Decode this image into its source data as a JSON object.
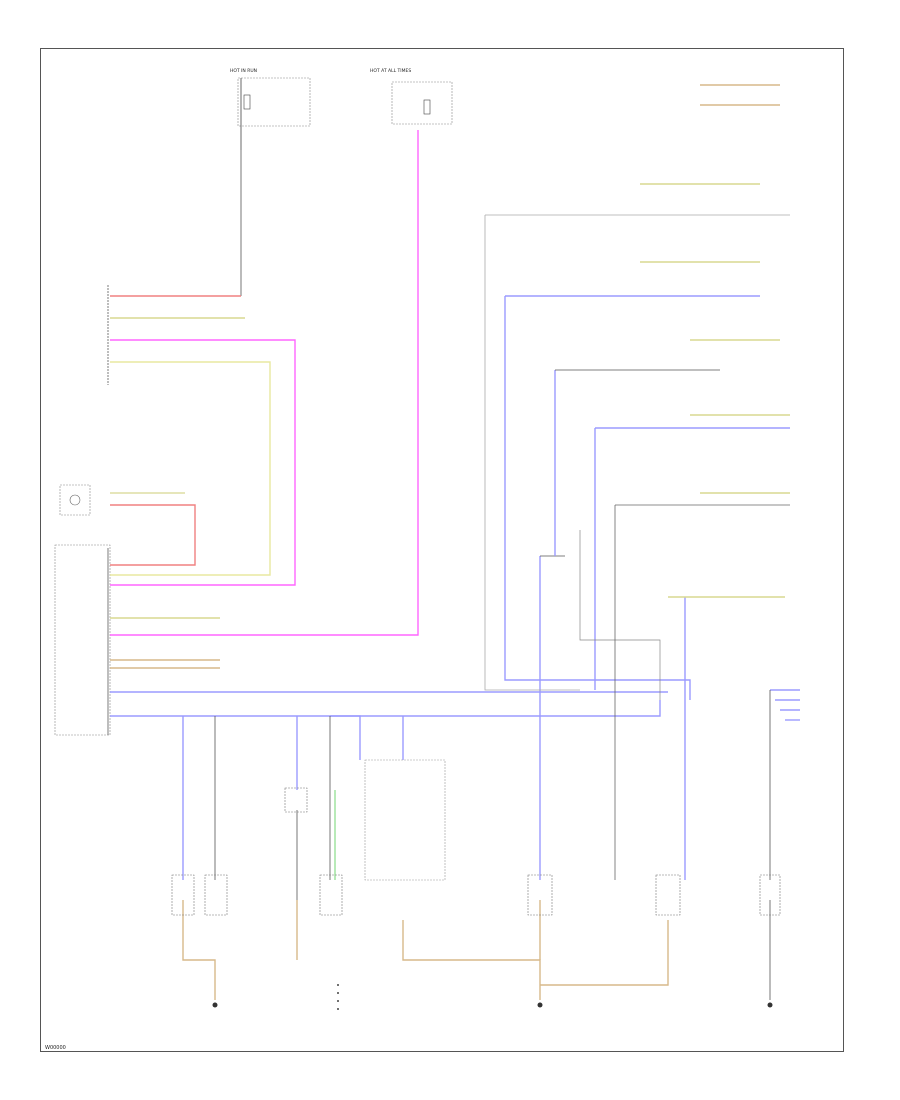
{
  "diagram_id": "W00000",
  "wire_colors": {
    "red": "#f08080",
    "pink": "#ff66ff",
    "blue": "#9b9bff",
    "yellow": "#e8e8a0",
    "tan": "#d7b98a",
    "green": "#88dd88",
    "black": "#444444",
    "gray": "#bbbbbb"
  },
  "top_labels": {
    "hot_in_run": "HOT IN RUN",
    "hot_at_all_times": "HOT AT ALL TIMES"
  }
}
